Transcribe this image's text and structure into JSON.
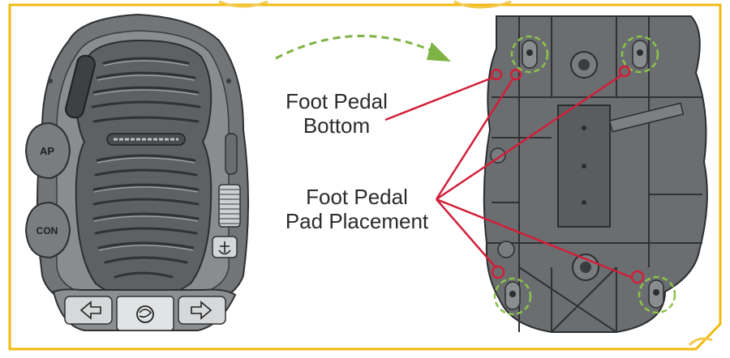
{
  "labels": {
    "bottom_line1": "Foot Pedal",
    "bottom_line2": "Bottom",
    "pad_line1": "Foot Pedal",
    "pad_line2": "Pad Placement"
  },
  "buttons": {
    "ap": "AP",
    "con": "CON"
  },
  "colors": {
    "frame": "#f2b90f",
    "callout": "#d11f3a",
    "arrow": "#7cb342",
    "pad_ring": "#8bc34a",
    "pedal_body": "#6b6e70",
    "pedal_dark": "#3f4244",
    "pedal_light": "#9a9c9e"
  },
  "icons": {
    "top_left_button": "ap-button-icon",
    "bottom_left_button": "con-button-icon",
    "left_arrow": "arrow-left-icon",
    "right_arrow": "arrow-right-icon",
    "center": "minn-kota-logo-icon",
    "anchor": "anchor-icon",
    "curved_arrow": "curved-arrow-icon"
  }
}
